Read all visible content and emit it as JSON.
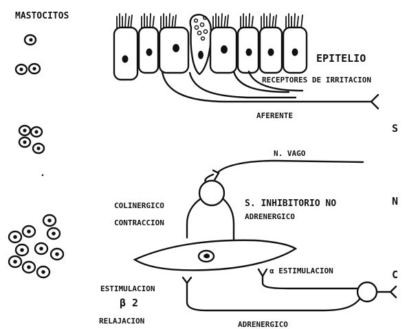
{
  "labels": {
    "mastocitos": "MASTOCITOS",
    "epitelio": "EPITELIO",
    "receptores": "RECEPTORES DE IRRITACION",
    "aferente": "AFERENTE",
    "n_vago": "N. VAGO",
    "s_inhibitorio_1": "S. INHIBITORIO NO",
    "s_inhibitorio_2": "ADRENERGICO",
    "colinergico_1": "COLINERGICO",
    "colinergico_2": "CONTRACCION",
    "alfa_estimulacion": "α ESTIMULACION",
    "estimulacion": "ESTIMULACION",
    "beta2": "β 2",
    "relajacion": "RELAJACION",
    "adrenergico": "ADRENERGICO",
    "sn_s": "S",
    "sn_n": "N",
    "sn_c": "C"
  }
}
